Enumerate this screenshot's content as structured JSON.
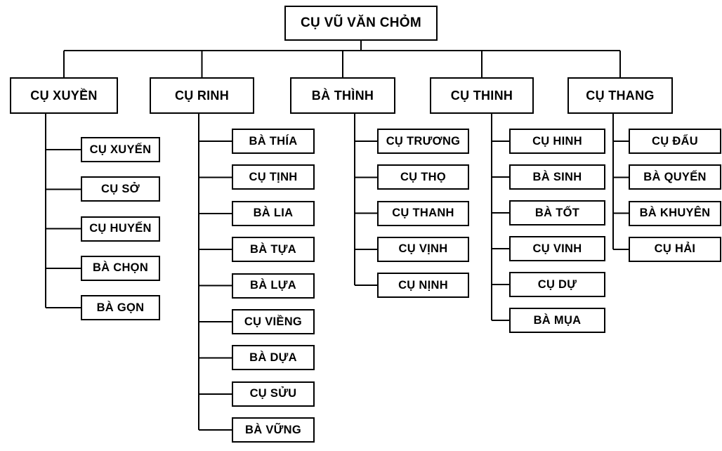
{
  "diagram": {
    "type": "family-tree",
    "root": {
      "label": "CỤ VŨ VĂN CHỎM"
    },
    "branches": [
      {
        "label": "CỤ XUYỀN",
        "children": [
          "CỤ XUYẾN",
          "CỤ SỞ",
          "CỤ HUYẾN",
          "BÀ CHỌN",
          "BÀ GỌN"
        ]
      },
      {
        "label": "CỤ RINH",
        "children": [
          "BÀ THÍA",
          "CỤ TỊNH",
          "BÀ LIA",
          "BÀ TỰA",
          "BÀ LỰA",
          "CỤ VIỀNG",
          "BÀ DỰA",
          "CỤ SỬU",
          "BÀ VỮNG"
        ]
      },
      {
        "label": "BÀ THÌNH",
        "children": [
          "CỤ TRƯƠNG",
          "CỤ THỌ",
          "CỤ THANH",
          "CỤ VỊNH",
          "CỤ NỊNH"
        ]
      },
      {
        "label": "CỤ THINH",
        "children": [
          "CỤ HINH",
          "BÀ SINH",
          "BÀ TỐT",
          "CỤ VINH",
          "CỤ DỰ",
          "BÀ MỤA"
        ]
      },
      {
        "label": "CỤ THANG",
        "children": [
          "CỤ ĐẨU",
          "BÀ QUYẾN",
          "BÀ KHUYÊN",
          "CỤ HẢI"
        ]
      }
    ],
    "colors": {
      "background": "#ffffff",
      "box_border": "#000000",
      "box_fill": "#ffffff",
      "text": "#000000",
      "line": "#000000"
    }
  }
}
